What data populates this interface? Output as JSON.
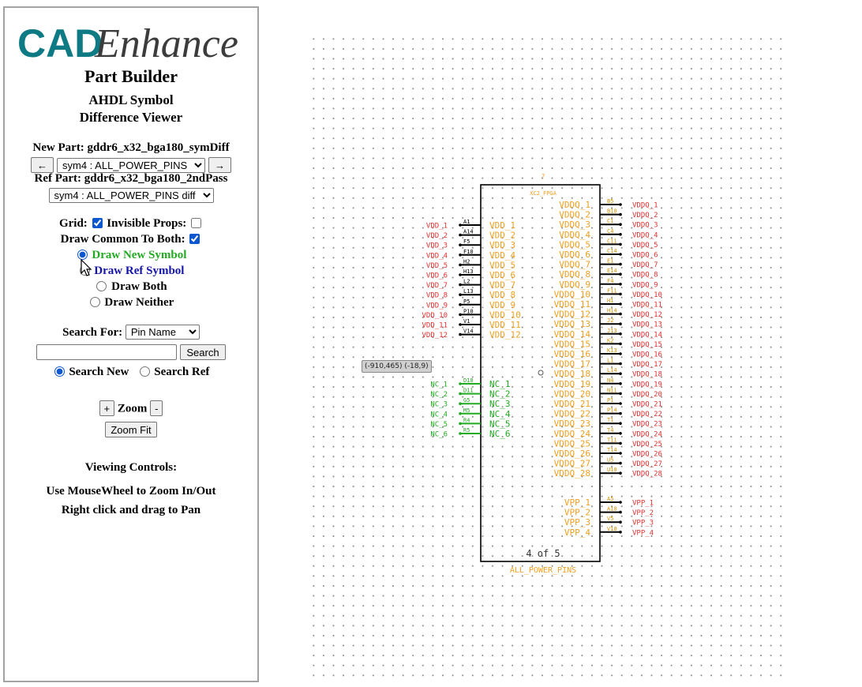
{
  "app": {
    "logo_text_cad": "CAD",
    "logo_text_enhance": "Enhance",
    "title": "Part Builder",
    "subtitle_line1": "AHDL Symbol",
    "subtitle_line2": "Difference Viewer"
  },
  "new_part": {
    "label": "New Part: gddr6_x32_bga180_symDiff",
    "prev_button": "←",
    "next_button": "→",
    "selected_symbol": "sym4 : ALL_POWER_PINS"
  },
  "ref_part": {
    "label": "Ref Part: gddr6_x32_bga180_2ndPass",
    "selected_symbol": "sym4 : ALL_POWER_PINS diff"
  },
  "options": {
    "grid_label": "Grid:",
    "grid_checked": true,
    "invisible_props_label": "Invisible Props:",
    "invisible_props_checked": false,
    "draw_common_label": "Draw Common To Both:",
    "draw_common_checked": true,
    "draw_new_label": "Draw New Symbol",
    "draw_ref_label": "Draw Ref Symbol",
    "draw_both_label": "Draw Both",
    "draw_neither_label": "Draw Neither",
    "selected_draw": "new",
    "draw_new_color": "#22aa22",
    "draw_ref_color": "#1515a8"
  },
  "search": {
    "label": "Search For:",
    "type_selected": "Pin Name",
    "query": "",
    "button": "Search",
    "search_new_label": "Search New",
    "search_ref_label": "Search Ref",
    "selected_scope": "new"
  },
  "zoom": {
    "plus": "+",
    "label": "Zoom",
    "minus": "-",
    "fit": "Zoom Fit"
  },
  "help": {
    "title": "Viewing Controls:",
    "line1": "Use MouseWheel to Zoom In/Out",
    "line2": "Right click and drag to Pan"
  },
  "tooltip": "(-910,465)  (-18,9)",
  "schematic": {
    "top_mark": "?",
    "ref_des": "XC2_FPGA",
    "page": "4 of 5",
    "symbol_name": "ALL_POWER_PINS",
    "colors": {
      "body": "#000000",
      "pin_name": "#f0a020",
      "net": "#e03030",
      "nc_net": "#22aa22",
      "nc_pin": "#22aa22",
      "pin_number": "#d09000"
    },
    "left_pins": [
      {
        "pin": "A1",
        "name": "VDD_1",
        "net": "VDD_1"
      },
      {
        "pin": "A14",
        "name": "VDD_2",
        "net": "VDD_2"
      },
      {
        "pin": "F5",
        "name": "VDD_3",
        "net": "VDD_3"
      },
      {
        "pin": "F10",
        "name": "VDD_4",
        "net": "VDD_4"
      },
      {
        "pin": "H2",
        "name": "VDD_5",
        "net": "VDD_5"
      },
      {
        "pin": "H13",
        "name": "VDD_6",
        "net": "VDD_6"
      },
      {
        "pin": "L2",
        "name": "VDD_7",
        "net": "VDD_7"
      },
      {
        "pin": "L13",
        "name": "VDD_8",
        "net": "VDD_8"
      },
      {
        "pin": "P5",
        "name": "VDD_9",
        "net": "VDD_9"
      },
      {
        "pin": "P10",
        "name": "VDD_10",
        "net": "VDD_10"
      },
      {
        "pin": "V1",
        "name": "VDD_11",
        "net": "VDD_11"
      },
      {
        "pin": "V14",
        "name": "VDD_12",
        "net": "VDD_12"
      }
    ],
    "nc_pins": [
      {
        "pin": "D10",
        "name": "NC_1",
        "net": "NC_1"
      },
      {
        "pin": "D11",
        "name": "NC_2",
        "net": "NC_2"
      },
      {
        "pin": "G5",
        "name": "NC_3",
        "net": "NC_3"
      },
      {
        "pin": "M5",
        "name": "NC_4",
        "net": "NC_4"
      },
      {
        "pin": "R4",
        "name": "NC_5",
        "net": "NC_5"
      },
      {
        "pin": "R5",
        "name": "NC_6",
        "net": "NC_6"
      }
    ],
    "right_pins": [
      {
        "pin": "B5",
        "name": "VDDQ_1",
        "net": "VDDQ_1"
      },
      {
        "pin": "B10",
        "name": "VDDQ_2",
        "net": "VDDQ_2"
      },
      {
        "pin": "C1",
        "name": "VDDQ_3",
        "net": "VDDQ_3"
      },
      {
        "pin": "C4",
        "name": "VDDQ_4",
        "net": "VDDQ_4"
      },
      {
        "pin": "C11",
        "name": "VDDQ_5",
        "net": "VDDQ_5"
      },
      {
        "pin": "C14",
        "name": "VDDQ_6",
        "net": "VDDQ_6"
      },
      {
        "pin": "E1",
        "name": "VDDQ_7",
        "net": "VDDQ_7"
      },
      {
        "pin": "E14",
        "name": "VDDQ_8",
        "net": "VDDQ_8"
      },
      {
        "pin": "F4",
        "name": "VDDQ_9",
        "net": "VDDQ_9"
      },
      {
        "pin": "F11",
        "name": "VDDQ_10",
        "net": "VDDQ_10"
      },
      {
        "pin": "H1",
        "name": "VDDQ_11",
        "net": "VDDQ_11"
      },
      {
        "pin": "H14",
        "name": "VDDQ_12",
        "net": "VDDQ_12"
      },
      {
        "pin": "J2",
        "name": "VDDQ_13",
        "net": "VDDQ_13"
      },
      {
        "pin": "J13",
        "name": "VDDQ_14",
        "net": "VDDQ_14"
      },
      {
        "pin": "K2",
        "name": "VDDQ_15",
        "net": "VDDQ_15"
      },
      {
        "pin": "K13",
        "name": "VDDQ_16",
        "net": "VDDQ_16"
      },
      {
        "pin": "L1",
        "name": "VDDQ_17",
        "net": "VDDQ_17"
      },
      {
        "pin": "L14",
        "name": "VDDQ_18",
        "net": "VDDQ_18"
      },
      {
        "pin": "N4",
        "name": "VDDQ_19",
        "net": "VDDQ_19"
      },
      {
        "pin": "N11",
        "name": "VDDQ_20",
        "net": "VDDQ_20"
      },
      {
        "pin": "P1",
        "name": "VDDQ_21",
        "net": "VDDQ_21"
      },
      {
        "pin": "P14",
        "name": "VDDQ_22",
        "net": "VDDQ_22"
      },
      {
        "pin": "T1",
        "name": "VDDQ_23",
        "net": "VDDQ_23"
      },
      {
        "pin": "T4",
        "name": "VDDQ_24",
        "net": "VDDQ_24"
      },
      {
        "pin": "T11",
        "name": "VDDQ_25",
        "net": "VDDQ_25"
      },
      {
        "pin": "T14",
        "name": "VDDQ_26",
        "net": "VDDQ_26"
      },
      {
        "pin": "U5",
        "name": "VDDQ_27",
        "net": "VDDQ_27"
      },
      {
        "pin": "U10",
        "name": "VDDQ_28",
        "net": "VDDQ_28"
      }
    ],
    "vpp_pins": [
      {
        "pin": "A5",
        "name": "VPP_1",
        "net": "VPP_1"
      },
      {
        "pin": "A10",
        "name": "VPP_2",
        "net": "VPP_2"
      },
      {
        "pin": "V5",
        "name": "VPP_3",
        "net": "VPP_3"
      },
      {
        "pin": "V10",
        "name": "VPP_4",
        "net": "VPP_4"
      }
    ]
  }
}
